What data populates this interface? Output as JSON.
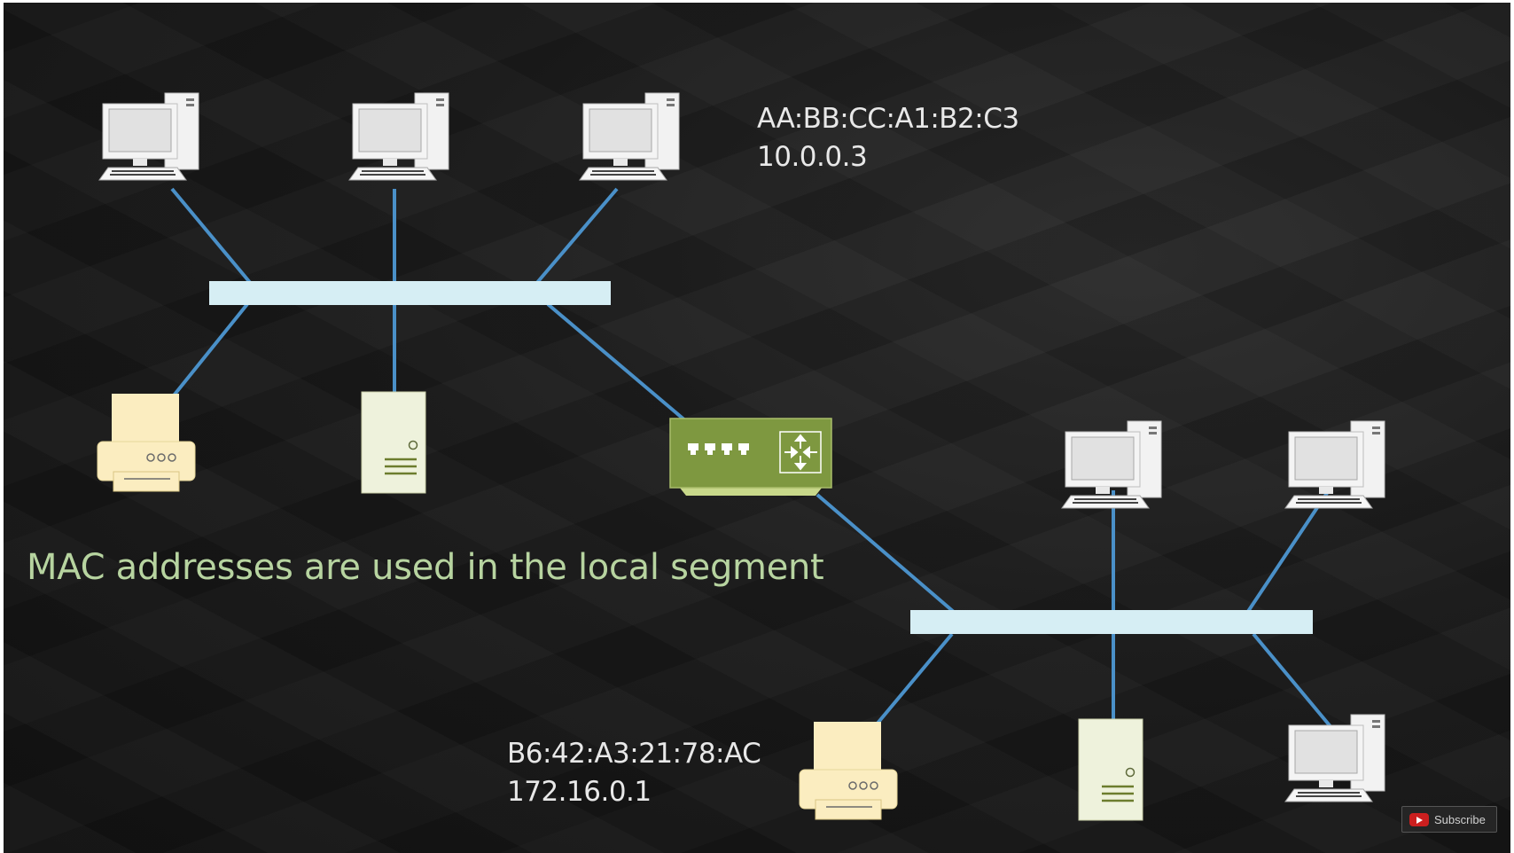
{
  "diagram": {
    "upper_label": {
      "mac": "AA:BB:CC:A1:B2:C3",
      "ip": "10.0.0.3"
    },
    "lower_label": {
      "mac": "B6:42:A3:21:78:AC",
      "ip": "172.16.0.1"
    },
    "caption": "MAC addresses are used in the local segment"
  },
  "colors": {
    "link": "#4a90c8",
    "bus": "#d6eef4",
    "caption": "#b7d4a0",
    "router": "#7e9840",
    "printer": "#fbedc0",
    "server": "#eef2dc"
  },
  "devices": [
    "computer-icon",
    "printer-icon",
    "server-icon",
    "router-icon"
  ],
  "watermark": {
    "subscribe_label": "Subscribe"
  }
}
